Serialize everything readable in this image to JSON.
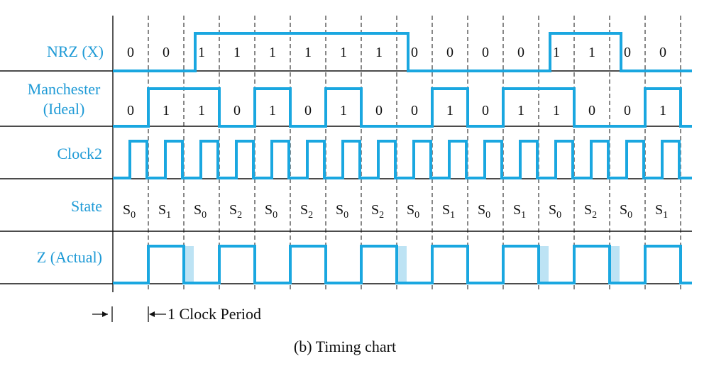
{
  "labels": {
    "nrz": "NRZ (X)",
    "manchester_line1": "Manchester",
    "manchester_line2": "(Ideal)",
    "clock": "Clock2",
    "state": "State",
    "z": "Z (Actual)"
  },
  "nrz_bits": [
    "0",
    "0",
    "1",
    "1",
    "1",
    "1",
    "1",
    "1",
    "0",
    "0",
    "0",
    "0",
    "1",
    "1",
    "0",
    "0"
  ],
  "manchester_bits": [
    "0",
    "1",
    "1",
    "0",
    "1",
    "0",
    "1",
    "0",
    "0",
    "1",
    "0",
    "1",
    "1",
    "0",
    "0",
    "1"
  ],
  "states": [
    {
      "base": "S",
      "sub": "0"
    },
    {
      "base": "S",
      "sub": "1"
    },
    {
      "base": "S",
      "sub": "0"
    },
    {
      "base": "S",
      "sub": "2"
    },
    {
      "base": "S",
      "sub": "0"
    },
    {
      "base": "S",
      "sub": "2"
    },
    {
      "base": "S",
      "sub": "0"
    },
    {
      "base": "S",
      "sub": "2"
    },
    {
      "base": "S",
      "sub": "0"
    },
    {
      "base": "S",
      "sub": "1"
    },
    {
      "base": "S",
      "sub": "0"
    },
    {
      "base": "S",
      "sub": "1"
    },
    {
      "base": "S",
      "sub": "0"
    },
    {
      "base": "S",
      "sub": "2"
    },
    {
      "base": "S",
      "sub": "0"
    },
    {
      "base": "S",
      "sub": "1"
    }
  ],
  "z_levels": [
    0,
    1,
    0,
    1,
    0,
    1,
    0,
    1,
    0,
    1,
    0,
    1,
    0,
    1,
    0,
    1
  ],
  "clock_period_label": "1 Clock Period",
  "caption": "(b) Timing chart",
  "colors": {
    "wave": "#1aa7e0",
    "label": "#1e9ad6",
    "glitch": "#bde3f4"
  }
}
